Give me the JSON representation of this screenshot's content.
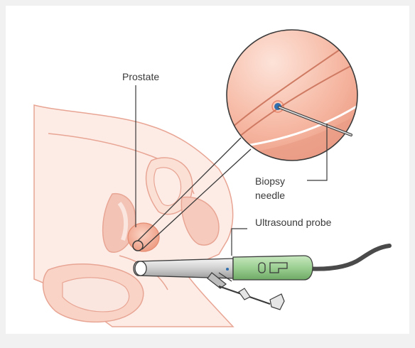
{
  "labels": {
    "prostate": "Prostate",
    "biopsy_needle_line1": "Biopsy",
    "biopsy_needle_line2": "needle",
    "ultrasound_probe": "Ultrasound probe"
  },
  "colors": {
    "tissue_light": "#fbe6df",
    "tissue_mid": "#f3c4b6",
    "tissue_line": "#e8a594",
    "prostate": "#f0a88f",
    "probe_handle": "#9bcf92",
    "probe_shaft": "#cfcfcf",
    "outline": "#3a3a3a"
  }
}
